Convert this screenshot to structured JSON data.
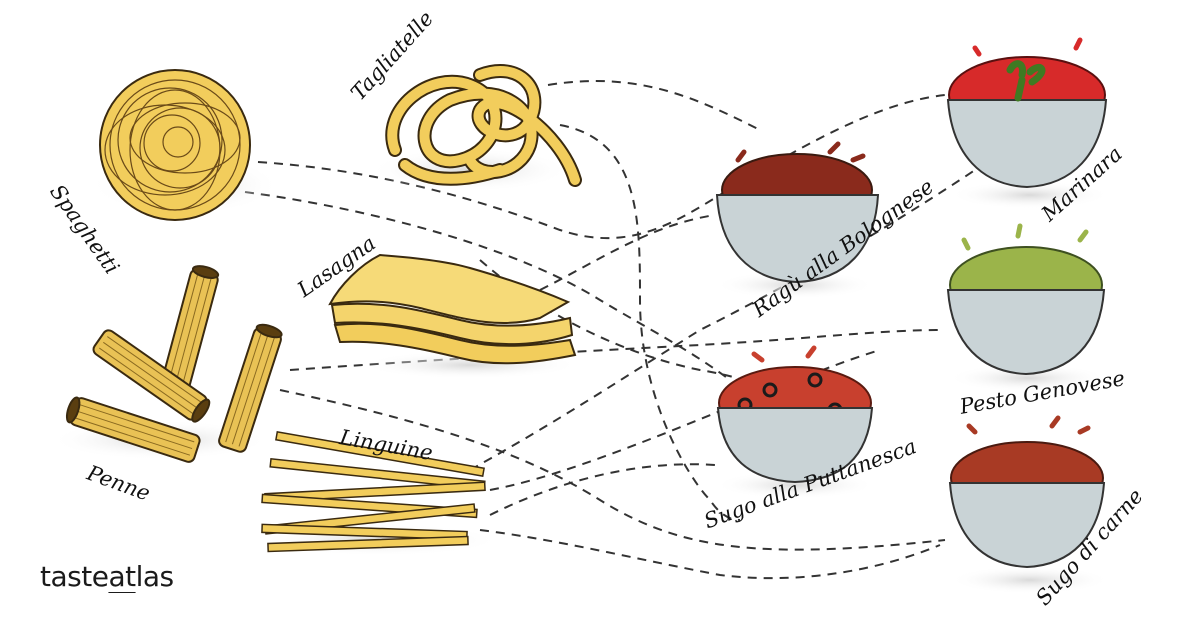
{
  "brand": {
    "logo_text_pre": "taste",
    "logo_text_accent": "at",
    "logo_text_post": "las"
  },
  "pastas": {
    "spaghetti": "Spaghetti",
    "tagliatelle": "Tagliatelle",
    "lasagna": "Lasagna",
    "penne": "Penne",
    "linguine": "Linguine"
  },
  "sauces": {
    "ragu": "Ragù alla Bolognese",
    "marinara": "Marinara",
    "pesto": "Pesto Genovese",
    "puttanesca": "Sugo alla Puttanesca",
    "carne": "Sugo di carne"
  },
  "colors": {
    "pasta_fill": "#f2cd5c",
    "pasta_stroke": "#3a2a10",
    "bowl": "#c9d3d6",
    "bowl_shadow": "#a8b3b7",
    "ragu": "#8a2a1c",
    "marinara": "#d72a2a",
    "pesto": "#9bb44a",
    "puttanesca": "#c8402e",
    "carne": "#a83a24",
    "line": "#333333"
  }
}
